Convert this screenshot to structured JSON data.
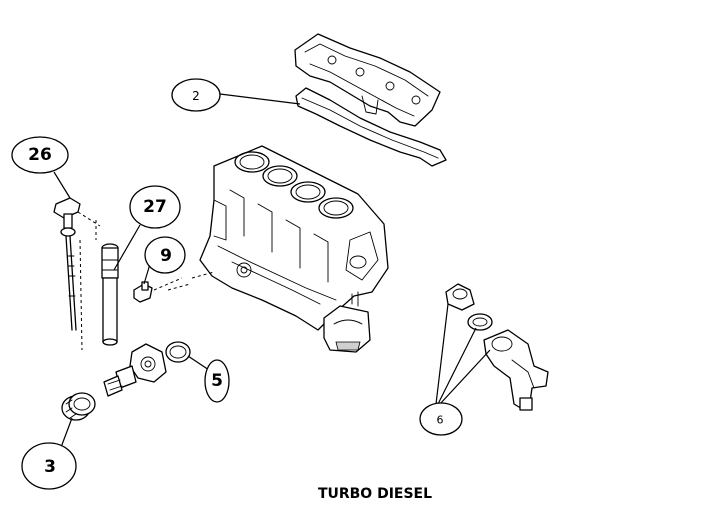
{
  "caption": "TURBO DIESEL",
  "callouts": [
    {
      "id": "2",
      "label": "2",
      "bold": false
    },
    {
      "id": "26",
      "label": "26",
      "bold": true
    },
    {
      "id": "27",
      "label": "27",
      "bold": true
    },
    {
      "id": "9",
      "label": "9",
      "bold": true
    },
    {
      "id": "5",
      "label": "5",
      "bold": true
    },
    {
      "id": "3",
      "label": "3",
      "bold": true
    },
    {
      "id": "6",
      "label": "6",
      "bold": false
    }
  ],
  "colors": {
    "ink": "#000000",
    "paper": "#ffffff",
    "shade": "#cfcfcf"
  },
  "parts": [
    "cylinder-head-cover-gasket",
    "dipstick",
    "dipstick-tube",
    "sensor",
    "seal-ring",
    "oil-filter",
    "thermostat-housing",
    "engine-block",
    "oil-pump"
  ]
}
